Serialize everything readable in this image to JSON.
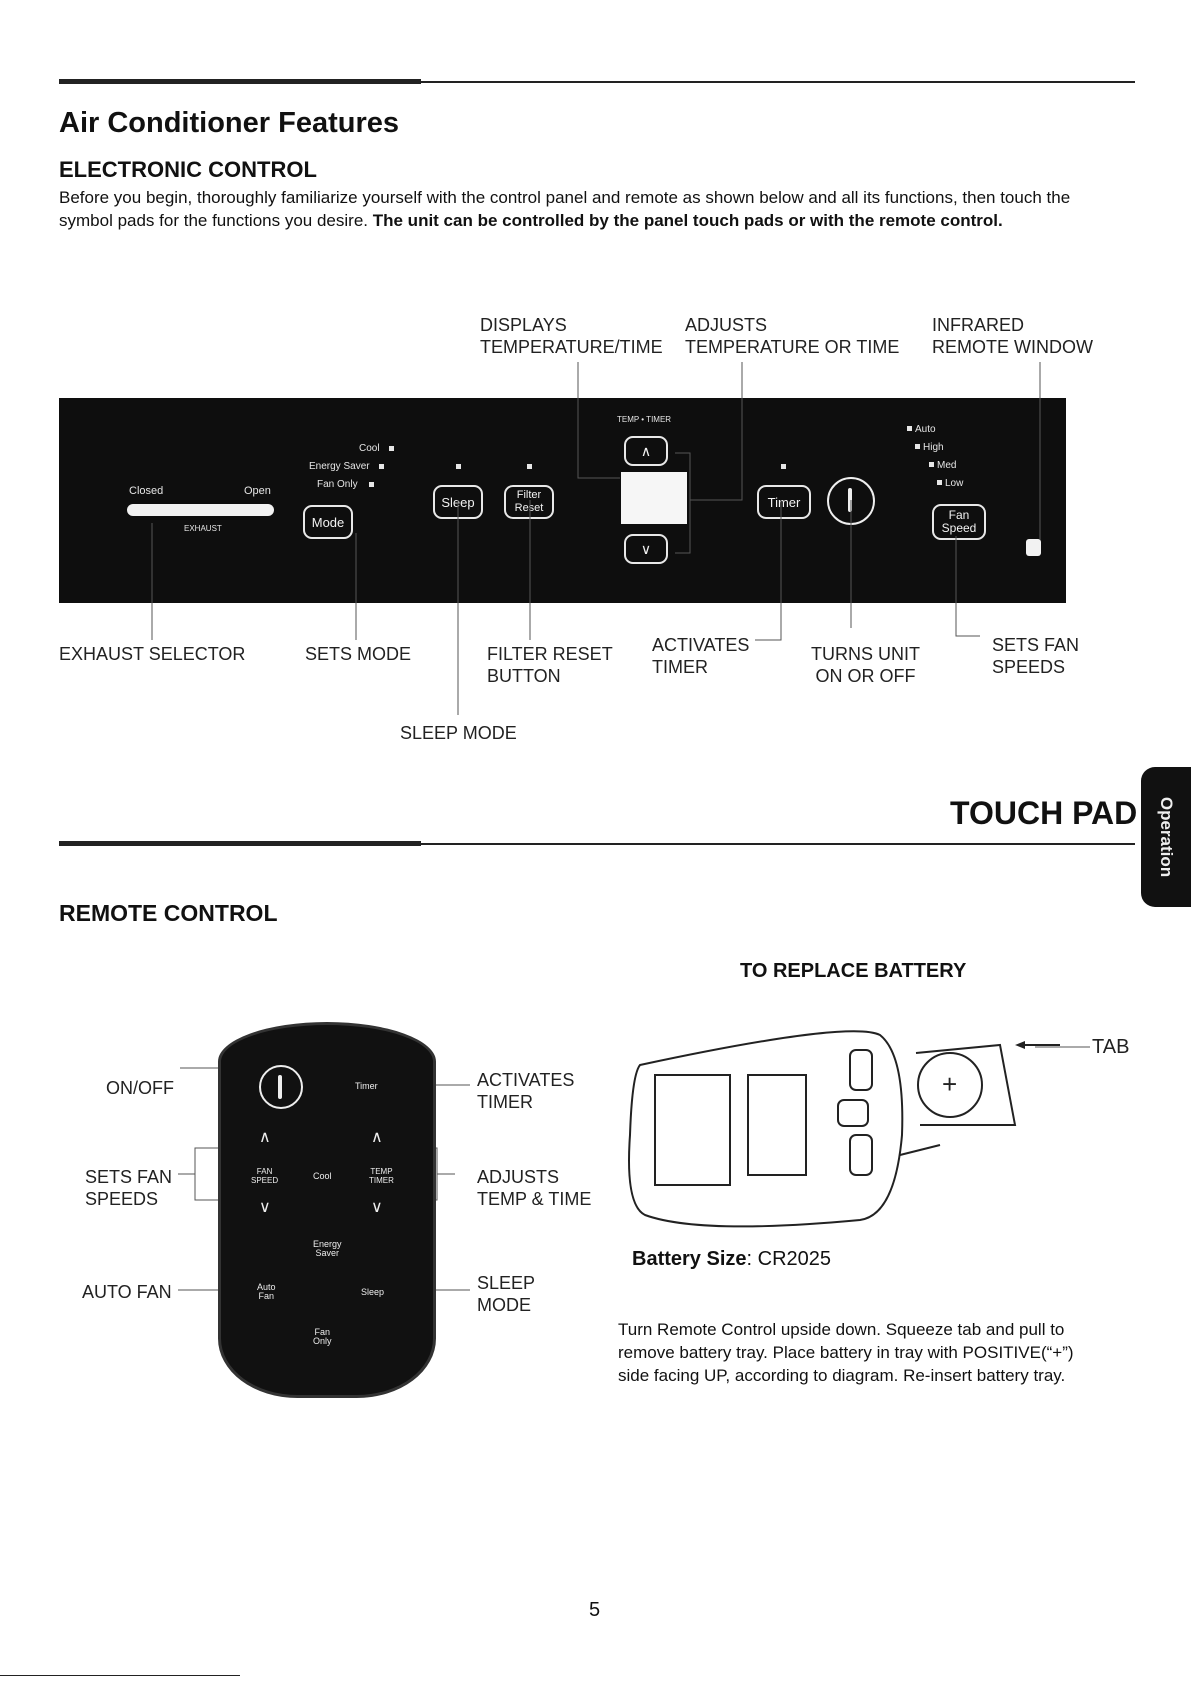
{
  "header": {
    "title": "Air Conditioner Features",
    "section_title": "ELECTRONIC CONTROL",
    "intro_plain": "Before you begin, thoroughly familiarize yourself with the control panel and remote as shown below and all its functions, then touch the symbol pads for the functions you desire.",
    "intro_bold": "The unit can be controlled by the panel touch pads or with the remote control."
  },
  "panel_callouts": {
    "displays": [
      "DISPLAYS",
      "TEMPERATURE/TIME"
    ],
    "adjusts": [
      "ADJUSTS",
      "TEMPERATURE OR TIME"
    ],
    "infrared": [
      "INFRARED",
      "REMOTE WINDOW"
    ],
    "exhaust_selector": "EXHAUST SELECTOR",
    "sets_mode": "SETS MODE",
    "filter_reset": [
      "FILTER RESET",
      "BUTTON"
    ],
    "activates_timer": [
      "ACTIVATES",
      "TIMER"
    ],
    "turns_unit": [
      "TURNS UNIT",
      "ON OR OFF"
    ],
    "sets_fan": [
      "SETS FAN",
      "SPEEDS"
    ],
    "sleep_mode": "SLEEP MODE"
  },
  "panel": {
    "closed": "Closed",
    "open": "Open",
    "exhaust": "EXHAUST",
    "mode_options": [
      "Cool",
      "Energy Saver",
      "Fan Only"
    ],
    "mode_button": "Mode",
    "sleep_button": "Sleep",
    "filter_button": [
      "Filter",
      "Reset"
    ],
    "temp_timer": "TEMP • TIMER",
    "timer_button": "Timer",
    "fan_options": [
      "Auto",
      "High",
      "Med",
      "Low"
    ],
    "fan_button": [
      "Fan",
      "Speed"
    ]
  },
  "touch_pad_heading": "TOUCH PAD",
  "side_tab": "Operation",
  "remote_section": {
    "title": "REMOTE CONTROL",
    "labels": {
      "on_off": "ON/OFF",
      "sets_fan": [
        "SETS FAN",
        "SPEEDS"
      ],
      "auto_fan": "AUTO FAN",
      "activates_timer": [
        "ACTIVATES",
        "TIMER"
      ],
      "adjusts": [
        "ADJUSTS",
        "TEMP & TIME"
      ],
      "sleep": [
        "SLEEP",
        "MODE"
      ]
    },
    "buttons": {
      "timer": "Timer",
      "fan_speed": [
        "FAN",
        "SPEED"
      ],
      "cool": "Cool",
      "temp_timer": [
        "TEMP",
        "TIMER"
      ],
      "energy_saver": [
        "Energy",
        "Saver"
      ],
      "auto_fan": [
        "Auto",
        "Fan"
      ],
      "sleep": "Sleep",
      "fan_only": [
        "Fan",
        "Only"
      ]
    }
  },
  "battery": {
    "title": "TO REPLACE BATTERY",
    "tab_label": "TAB",
    "size_label": "Battery Size",
    "size_value": "CR2025",
    "instructions": [
      "Turn Remote Control upside down. Squeeze tab and pull to",
      "remove battery tray. Place battery in tray with POSITIVE(“+”)",
      "side facing UP, according to diagram. Re-insert battery tray."
    ]
  },
  "page_number": "5"
}
